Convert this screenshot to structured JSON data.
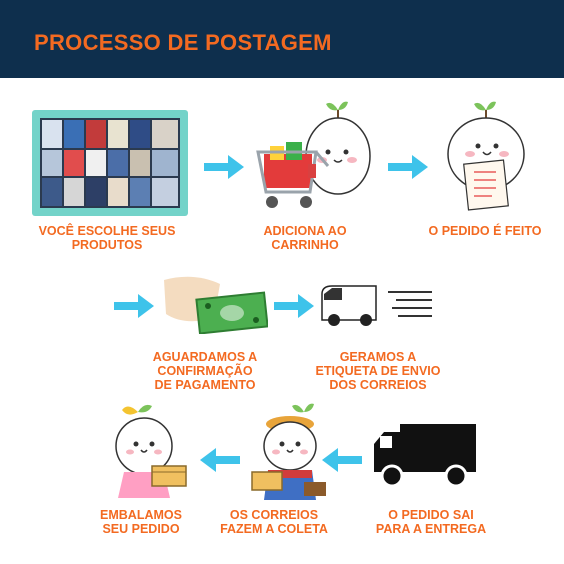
{
  "header": {
    "title": "PROCESSO DE POSTAGEM"
  },
  "steps": {
    "s1": "VOCÊ ESCOLHE SEUS\nPRODUTOS",
    "s2": "ADICIONA AO\nCARRINHO",
    "s3": "O PEDIDO É FEITO",
    "s4": "AGUARDAMOS A\nCONFIRMAÇÃO\nDE PAGAMENTO",
    "s5": "GERAMOS A\nETIQUETA DE ENVIO\nDOS CORREIOS",
    "s6": "O PEDIDO SAI\nPARA A ENTREGA",
    "s7": "OS CORREIOS\nFAZEM A COLETA",
    "s8": "EMBALAMOS\nSEU PEDIDO"
  },
  "colors": {
    "header_bg": "#0e2f4d",
    "accent": "#f36a21",
    "arrow": "#3ec3ea"
  },
  "icons": [
    "product-shelf-icon",
    "shopping-cart-icon",
    "order-list-icon",
    "cash-payment-icon",
    "delivery-van-icon",
    "truck-icon",
    "postal-courier-icon",
    "package-icon"
  ]
}
